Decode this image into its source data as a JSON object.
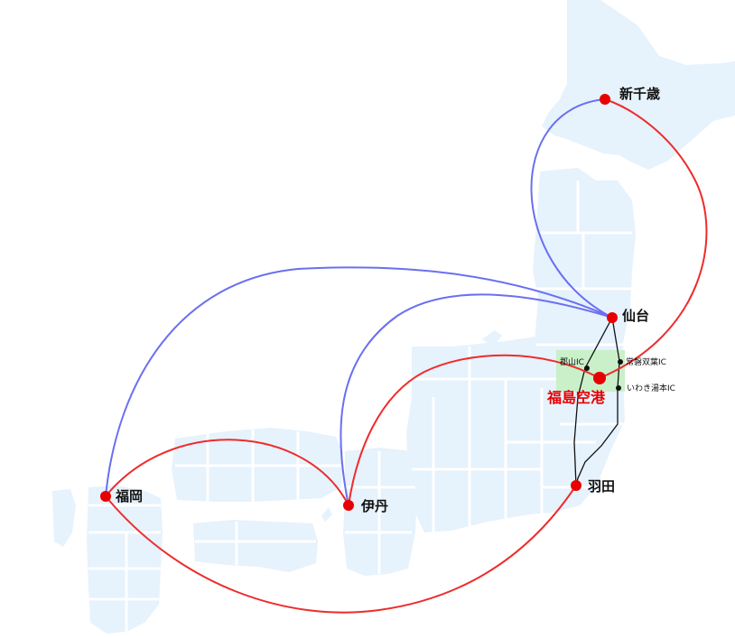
{
  "colors": {
    "land": "#e6f2fc",
    "region_highlight": "#c9f0c9",
    "route_red": "#ef2b2b",
    "route_blue": "#6b6ff0",
    "airport_dot": "#e60000",
    "main_label": "#e60000"
  },
  "airports": {
    "shin_chitose": "新千歳",
    "sendai": "仙台",
    "fukushima": "福島空港",
    "haneda": "羽田",
    "itami": "伊丹",
    "fukuoka": "福岡"
  },
  "interchanges": {
    "koriyama": "郡山IC",
    "joban_futaba": "常磐双葉IC",
    "iwaki_yumoto": "いわき湯本IC"
  }
}
